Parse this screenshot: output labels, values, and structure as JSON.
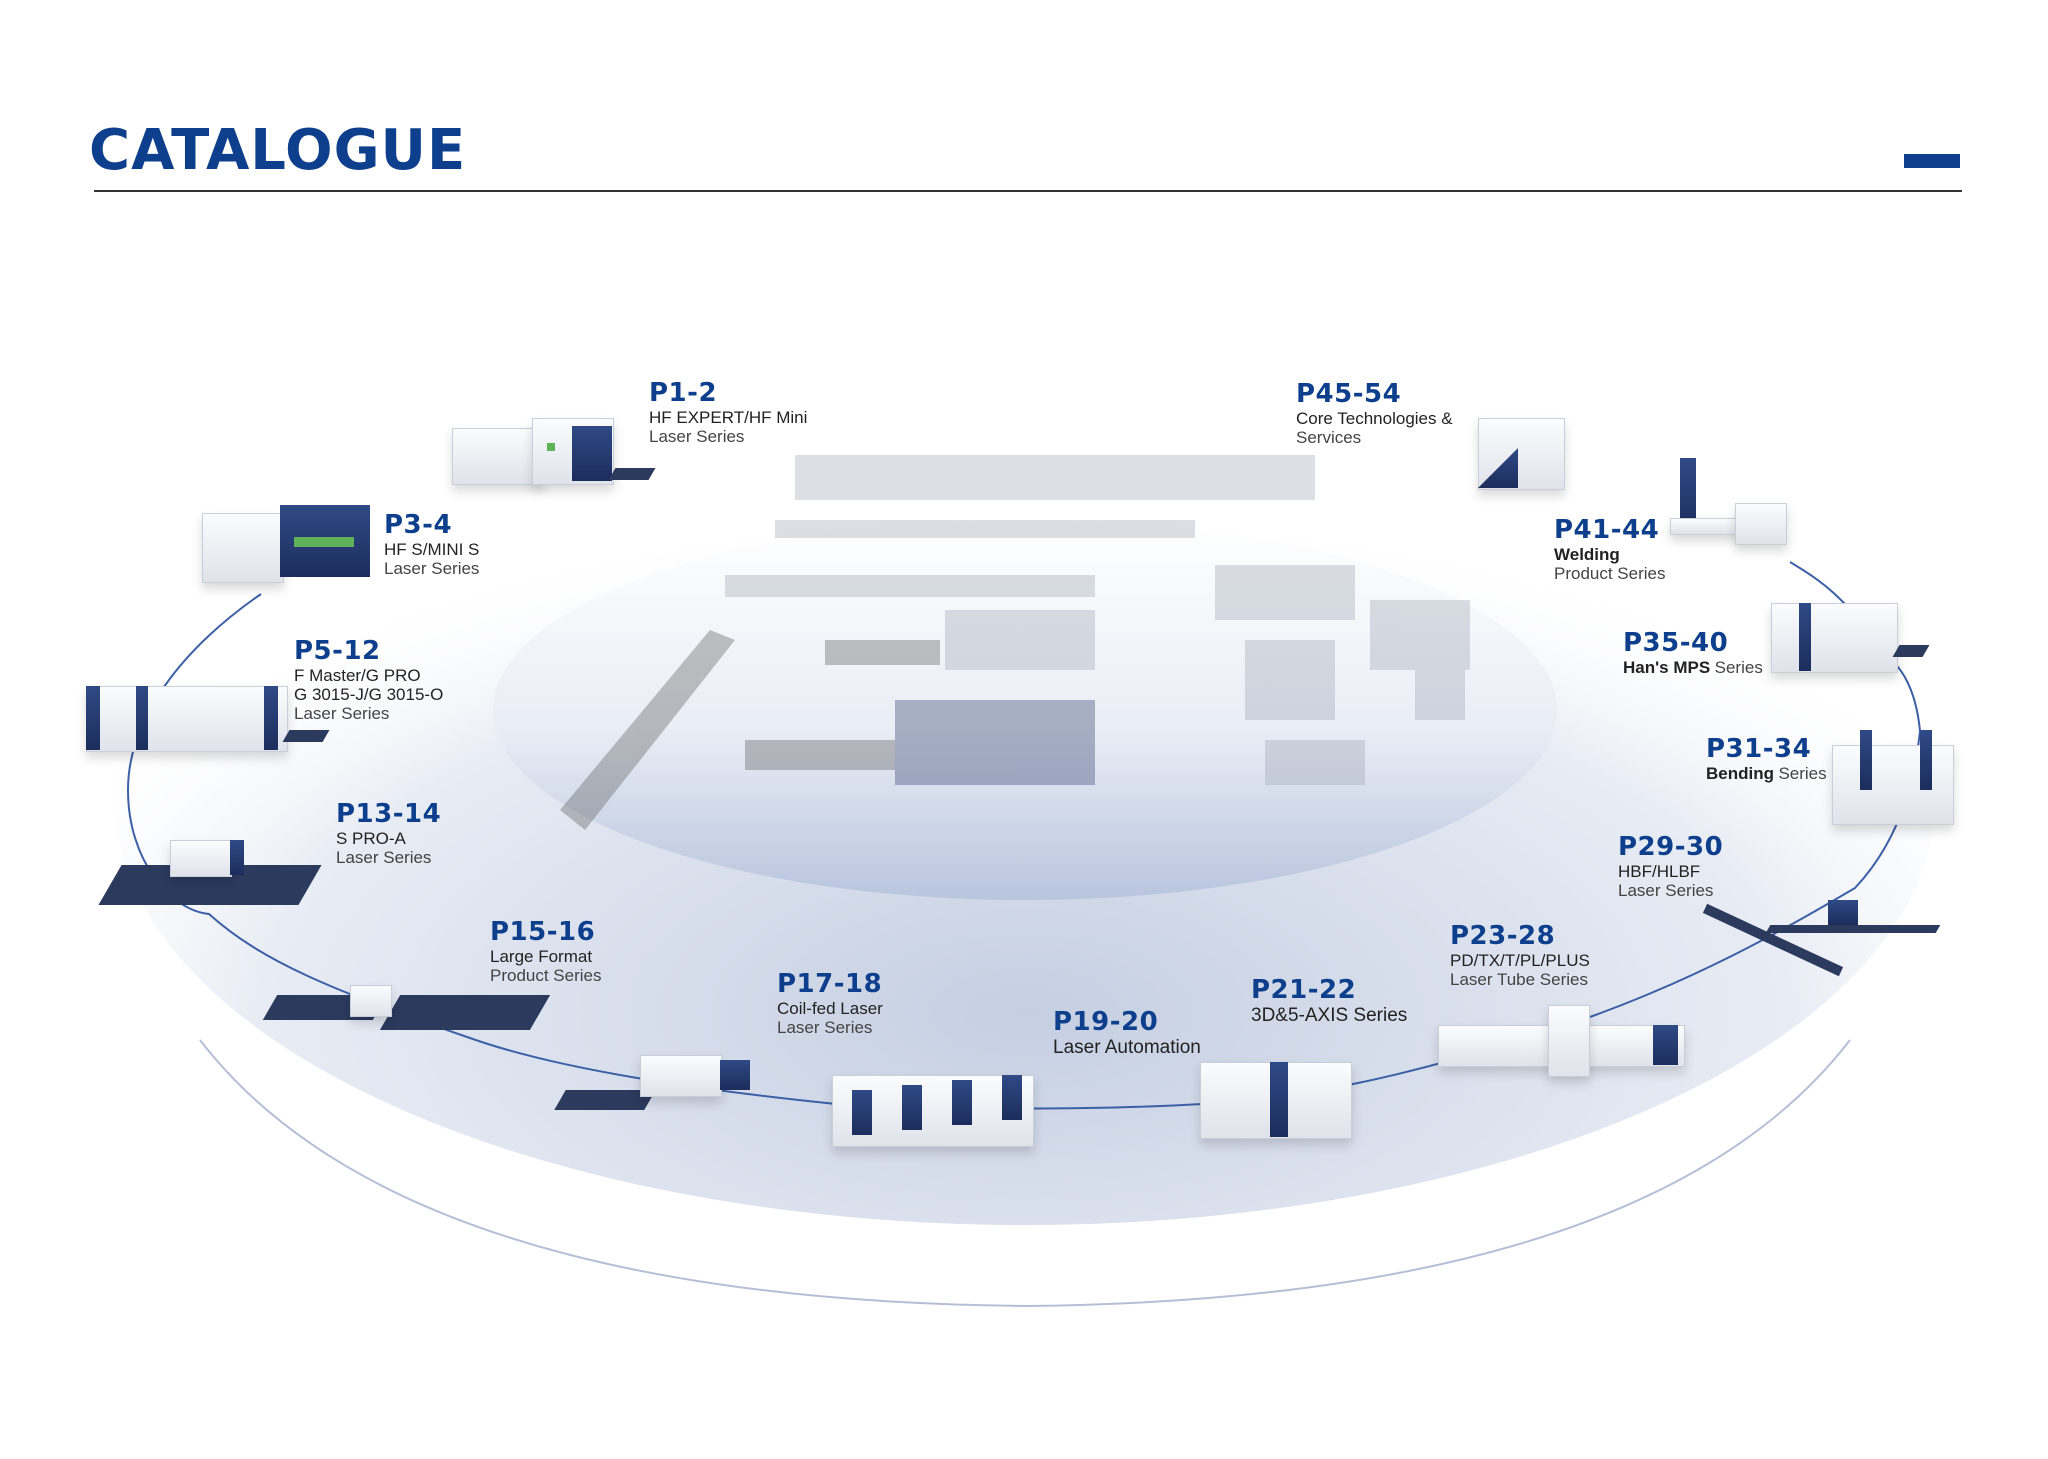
{
  "header": {
    "title": "CATALOGUE"
  },
  "colors": {
    "brand": "#0e3f8c",
    "machine_navy": "#1c2d5c",
    "platform": "#c9d3e6"
  },
  "entries": [
    {
      "pages": "P1-2",
      "line1": "HF EXPERT/HF Mini",
      "line2": "Laser Series",
      "icon": "laser-cutter-enclosed"
    },
    {
      "pages": "P3-4",
      "line1": "HF S/MINI S",
      "line2": "Laser Series",
      "icon": "laser-cutter-compact"
    },
    {
      "pages": "P5-12",
      "line1": "F Master/G PRO",
      "line1b": "G 3015-J/G 3015-O",
      "line2": "Laser Series",
      "icon": "laser-cutter-enclosed"
    },
    {
      "pages": "P13-14",
      "line1": "S PRO-A",
      "line2": "Laser Series",
      "icon": "laser-cutter-open"
    },
    {
      "pages": "P15-16",
      "line1": "Large Format",
      "line2": "Product Series",
      "icon": "large-format-cutter"
    },
    {
      "pages": "P17-18",
      "line1": "Coil-fed Laser",
      "line2": "Laser Series",
      "icon": "coil-fed-line"
    },
    {
      "pages": "P19-20",
      "line1": "Laser Automation",
      "line2": "",
      "icon": "automation-tower"
    },
    {
      "pages": "P21-22",
      "line1": "3D&5-AXIS Series",
      "line2": "",
      "icon": "5-axis-cell"
    },
    {
      "pages": "P23-28",
      "line1": "PD/TX/T/PL/PLUS",
      "line2": "Laser Tube Series",
      "icon": "tube-cutter"
    },
    {
      "pages": "P29-30",
      "line1": "HBF/HLBF",
      "line2": "Laser Series",
      "icon": "beam-cutter"
    },
    {
      "pages": "P31-34",
      "line1": "Bending",
      "line2": "Series",
      "icon": "press-brake"
    },
    {
      "pages": "P35-40",
      "line1": "Han's MPS",
      "line2": "Series",
      "icon": "laser-cutter-enclosed"
    },
    {
      "pages": "P41-44",
      "line1": "Welding",
      "line2": "Product Series",
      "icon": "welding-robot"
    },
    {
      "pages": "P45-54",
      "line1": "Core Technologies &",
      "line2": "Services",
      "icon": "laser-source-cabinet"
    }
  ]
}
